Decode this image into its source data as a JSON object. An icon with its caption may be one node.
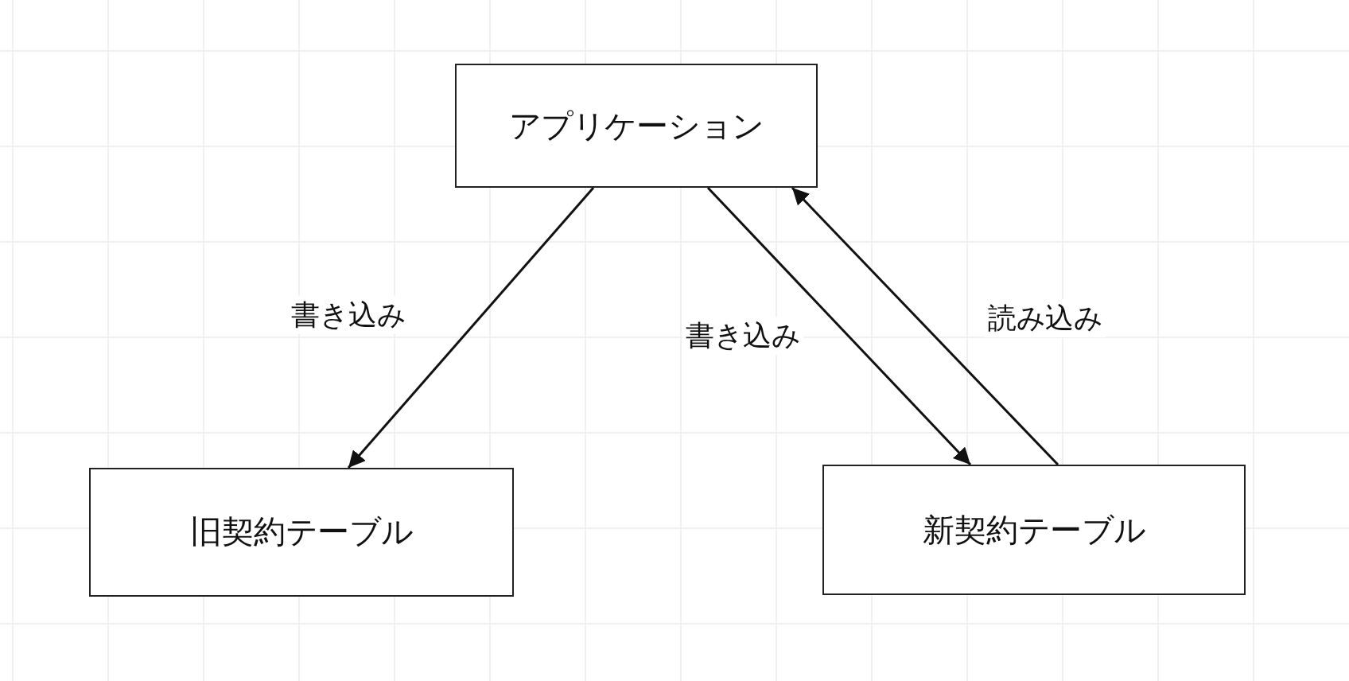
{
  "diagram": {
    "nodes": [
      {
        "text": [
          "アプリケーション"
        ]
      },
      {
        "text": [
          "旧契約テーブル"
        ]
      },
      {
        "text": [
          "新契約テーブル"
        ]
      }
    ],
    "edges": [
      {
        "from": 0,
        "to": 1,
        "arrow": "to",
        "label": "書き込み"
      },
      {
        "from": 0,
        "to": 2,
        "arrow": "to",
        "label": "書き込み"
      },
      {
        "from": 2,
        "to": 0,
        "arrow": "to",
        "label": "読み込み"
      }
    ]
  }
}
